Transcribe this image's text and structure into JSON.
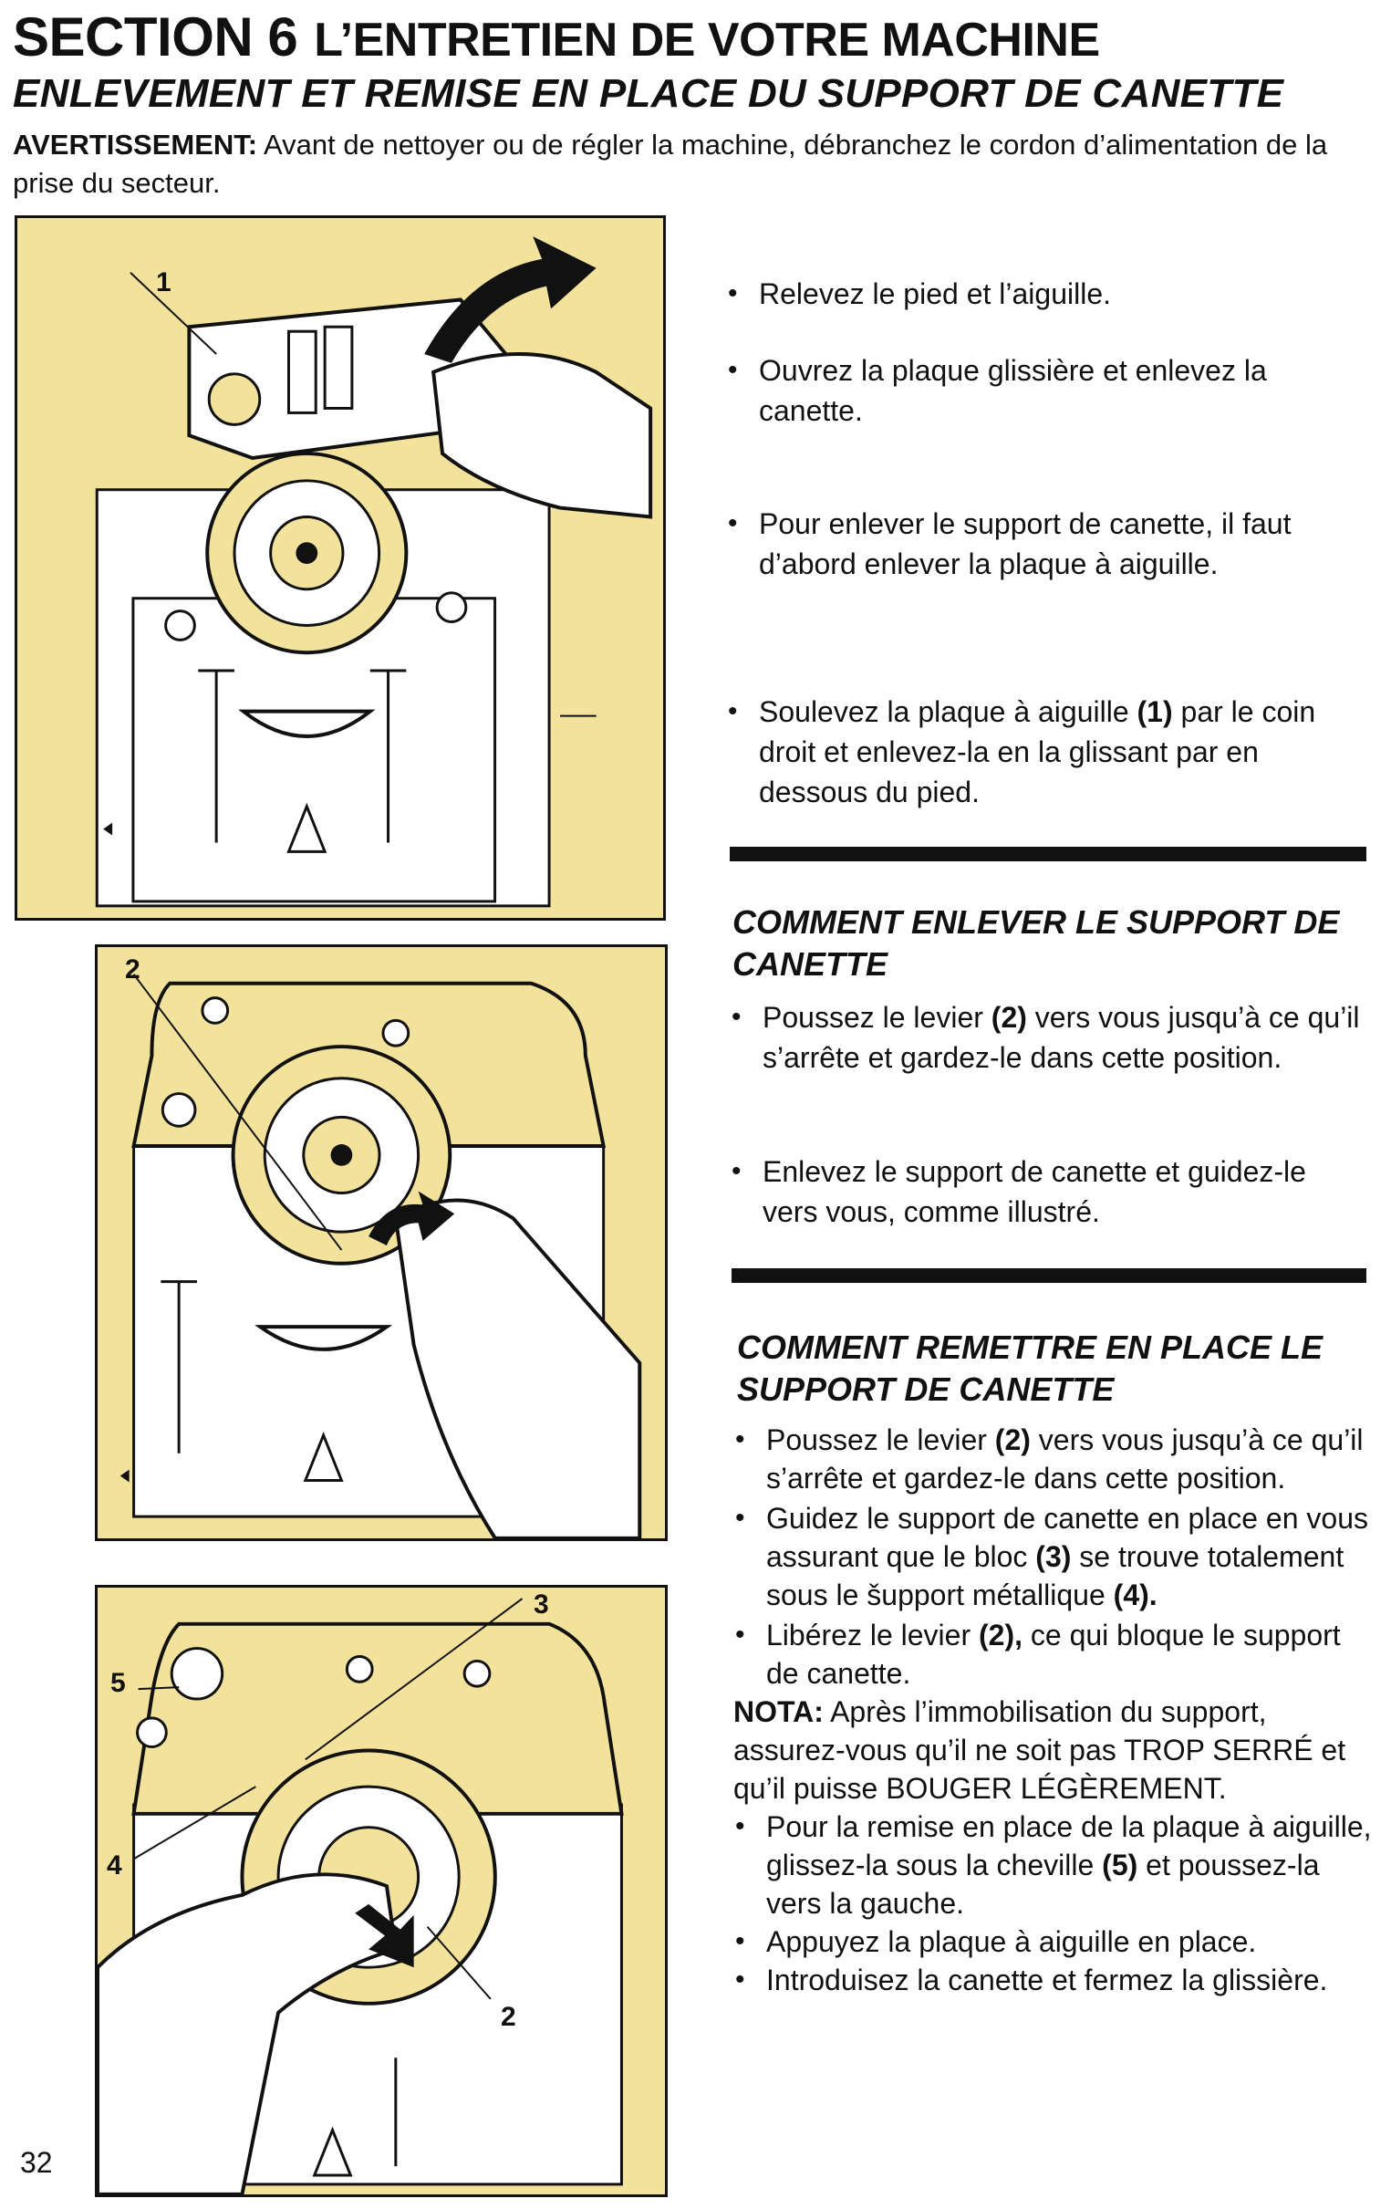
{
  "header": {
    "section_number": "SECTION 6",
    "section_title": "L’ENTRETIEN DE VOTRE MACHINE",
    "subtitle": "ENLEVEMENT ET REMISE EN PLACE DU SUPPORT DE CANETTE",
    "warning_label": "AVERTISSEMENT:",
    "warning_text": "Avant de nettoyer ou de régler la machine, débranchez le cordon d’alimentation de la prise du secteur."
  },
  "figures": {
    "fig1_callout": "1",
    "fig2_callout": "2",
    "fig3_callouts": [
      "3",
      "5",
      "4",
      "2"
    ]
  },
  "intro_steps": [
    "Relevez le pied et l’aiguille.",
    "Ouvrez la plaque glissière et enlevez la canette.",
    "Pour enlever le support de canette, il faut d’abord enlever la plaque à aiguille."
  ],
  "step4": {
    "a": "Soulevez la plaque à aiguille ",
    "b": "(1)",
    "c": " par le coin droit et enlevez-la en la glissant par en dessous du pied."
  },
  "remove": {
    "heading": "COMMENT ENLEVER LE SUPPORT DE CANETTE",
    "step1": {
      "a": "Poussez le levier ",
      "b": "(2)",
      "c": " vers vous jusqu’à ce qu’il s’arrête et gardez-le dans cette position."
    },
    "step2": "Enlevez le support de canette et guidez-le vers vous, comme illustré."
  },
  "replace": {
    "heading": "COMMENT REMETTRE EN PLACE LE SUPPORT DE CANETTE",
    "step1": {
      "a": "Poussez le levier ",
      "b": "(2)",
      "c": " vers vous jusqu’à ce qu’il s’arrête et gardez-le dans cette position."
    },
    "step2": {
      "a": "Guidez le support de canette en place en vous assurant que le bloc ",
      "b": "(3)",
      "c": " se trouve totalement sous le šupport métallique ",
      "d": "(4)."
    },
    "step3": {
      "a": "Libérez le levier ",
      "b": "(2),",
      "c": " ce qui bloque le support de canette."
    },
    "nota_label": "NOTA:",
    "nota_text": " Après l’immobilisation du support, assurez-vous qu’il ne soit pas TROP SERRÉ et qu’il puisse BOUGER LÉGÈREMENT.",
    "step4": {
      "a": "Pour la remise en place de la plaque à aiguille, glissez-la sous la cheville ",
      "b": "(5)",
      "c": " et poussez-la vers la gauche."
    },
    "step5": "Appuyez la plaque à aiguille en place.",
    "step6": "Introduisez la canette et fermez la glissière."
  },
  "page_number": "32",
  "colors": {
    "panel_bg": "#f3e29b",
    "ink": "#111111",
    "paper": "#ffffff"
  }
}
